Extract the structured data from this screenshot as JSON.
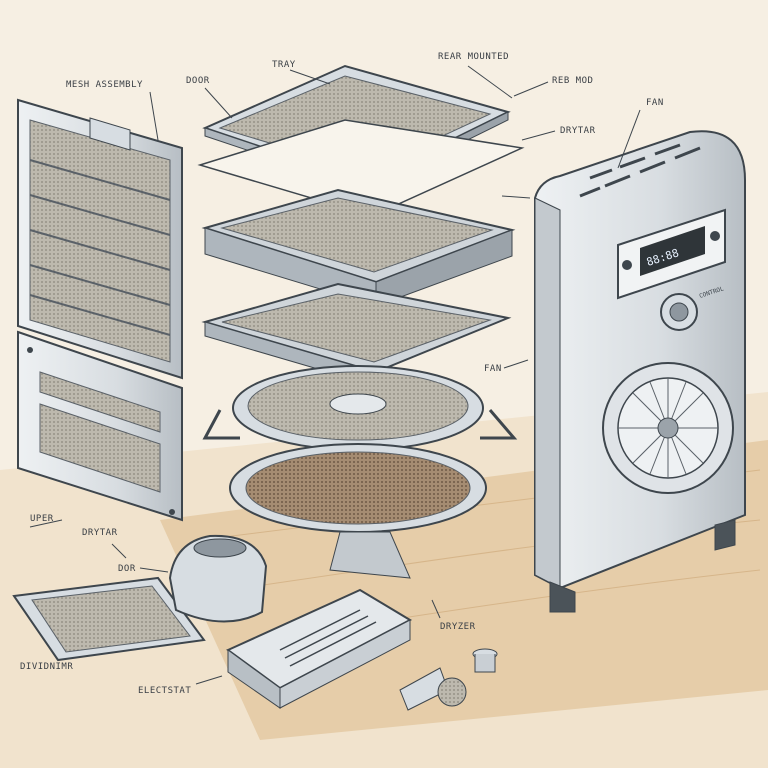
{
  "palette": {
    "background": "#f6efe3",
    "floor": "#dcb98a",
    "metal": "#d7dde2",
    "metal_dark": "#8e979f",
    "outline": "#3e464d",
    "mesh": "#a9a59b",
    "mesh_brown": "#8d7560"
  },
  "labels": {
    "mesh_assembly": "MESH ASSEMBLY",
    "door": "DOOR",
    "tray": "TRAY",
    "rear_mounted": "REAR MOUNTED",
    "rear_mod": "REB MOD",
    "dryer_outlet": "DRYTAR",
    "fan_top": "FAN",
    "fan_mid": "FAN",
    "upper": "UPER",
    "dryer_mid": "DRYTAR",
    "door_small": "DOR",
    "diverter": "DRYZER",
    "dividinator": "DIVIDNIMR",
    "electrostat": "ELECTSTAT"
  },
  "appliance": {
    "display_text": "88:88",
    "knob_label": "CONTROL"
  }
}
